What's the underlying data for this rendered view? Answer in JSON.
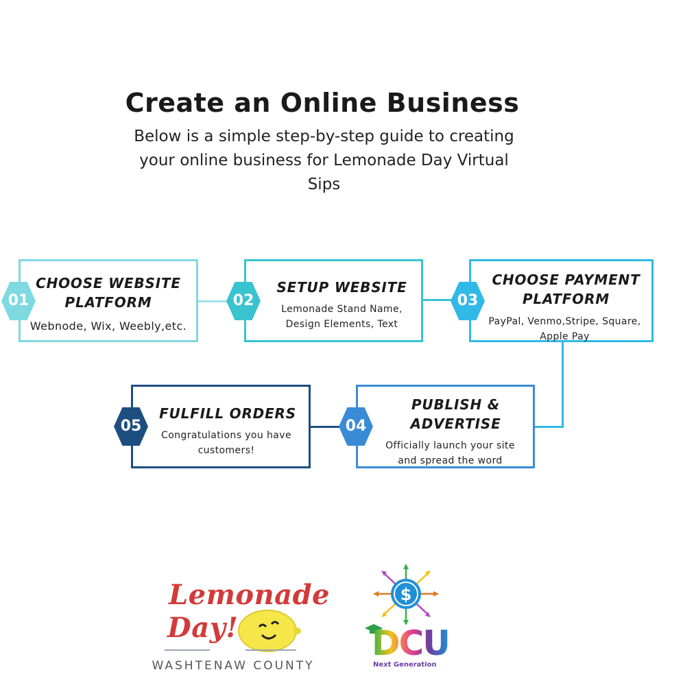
{
  "header": {
    "title": "Create an Online Business",
    "subtitle": "Below is a simple step-by-step guide to creating your online business for Lemonade Day Virtual Sips"
  },
  "steps": [
    {
      "number": "01",
      "title": "CHOOSE WEBSITE PLATFORM",
      "desc": "Webnode, Wix, Weebly,etc.",
      "color": "#7fd9e1"
    },
    {
      "number": "02",
      "title": "SETUP WEBSITE",
      "desc": "Lemonade Stand Name, Design Elements, Text",
      "color": "#38c3cf"
    },
    {
      "number": "03",
      "title": "CHOOSE PAYMENT PLATFORM",
      "desc": "PayPal, Venmo,Stripe, Square, Apple Pay",
      "color": "#30b9e6"
    },
    {
      "number": "04",
      "title": "PUBLISH & ADVERTISE",
      "desc": "Officially launch your site and spread the word",
      "color": "#3a8bd6"
    },
    {
      "number": "05",
      "title": "FULFILL ORDERS",
      "desc": "Congratulations you have customers!",
      "color": "#1c4e80"
    }
  ],
  "logos": {
    "lemonade_day_text_1": "Lemonade",
    "lemonade_day_text_2": "Day!",
    "lemonade_location": "WASHTENAW COUNTY",
    "dcu_text": "DCU",
    "dcu_sub": "Next Generation"
  }
}
